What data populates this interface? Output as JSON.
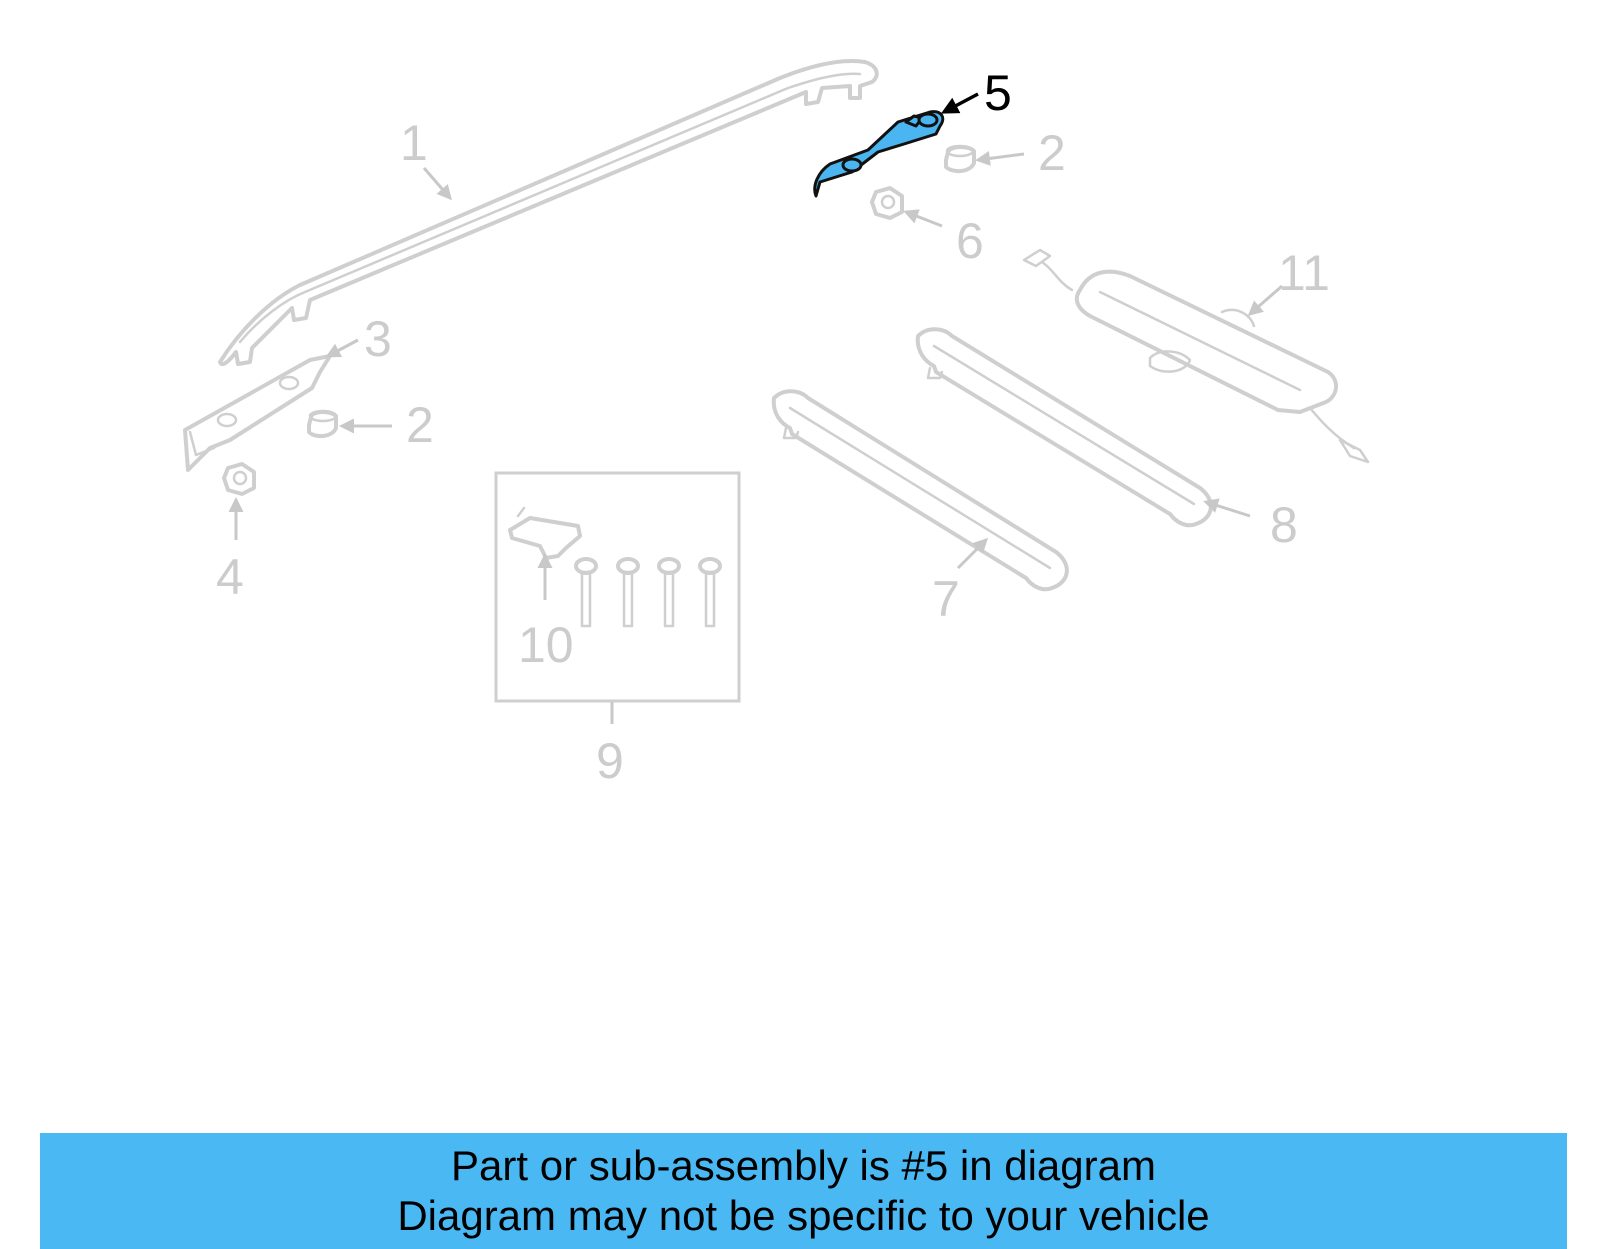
{
  "callouts": {
    "c1": "1",
    "c2a": "2",
    "c2b": "2",
    "c3": "3",
    "c4": "4",
    "c5": "5",
    "c6": "6",
    "c7": "7",
    "c8": "8",
    "c9": "9",
    "c10": "10",
    "c11": "11"
  },
  "highlighted_part": "5",
  "colors": {
    "highlight_fill": "#4ab5f0",
    "banner": "#4ab8f2",
    "part_outline": "#cfcfcf",
    "callout_text": "#cccccc"
  },
  "banner": {
    "line1": "Part or sub-assembly is #5 in diagram",
    "line2": "Diagram may not be specific to your vehicle"
  }
}
